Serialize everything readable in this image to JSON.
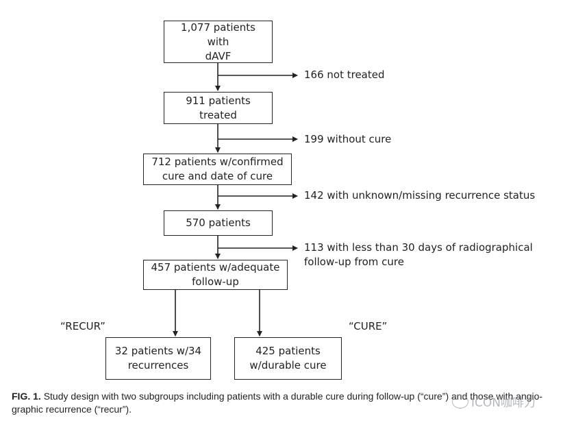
{
  "flow": {
    "boxes": {
      "b1": [
        "1,077 patients with",
        "dAVF"
      ],
      "b2": [
        "911 patients",
        "treated"
      ],
      "b3": [
        "712 patients w/confirmed",
        "cure and date of cure"
      ],
      "b4": [
        "570 patients"
      ],
      "b5": [
        "457 patients w/adequate",
        "follow-up"
      ],
      "b6": [
        "32 patients w/34",
        "recurrences"
      ],
      "b7": [
        "425 patients",
        "w/durable cure"
      ]
    },
    "exclusions": {
      "e1": [
        "166 not treated"
      ],
      "e2": [
        "199 without cure"
      ],
      "e3": [
        "142 with unknown/missing recurrence status"
      ],
      "e4": [
        "113 with less than 30 days of radiographical",
        "follow-up from cure"
      ]
    },
    "groups": {
      "recur": "“RECUR”",
      "cure": "“CURE”"
    }
  },
  "caption": {
    "label": "FIG. 1.",
    "text": "Study design with two subgroups including patients with a durable cure during follow-up (“cure”) and those with angio-graphic recurrence (“recur”)."
  },
  "watermark": {
    "text": "ICON咖啡力"
  }
}
